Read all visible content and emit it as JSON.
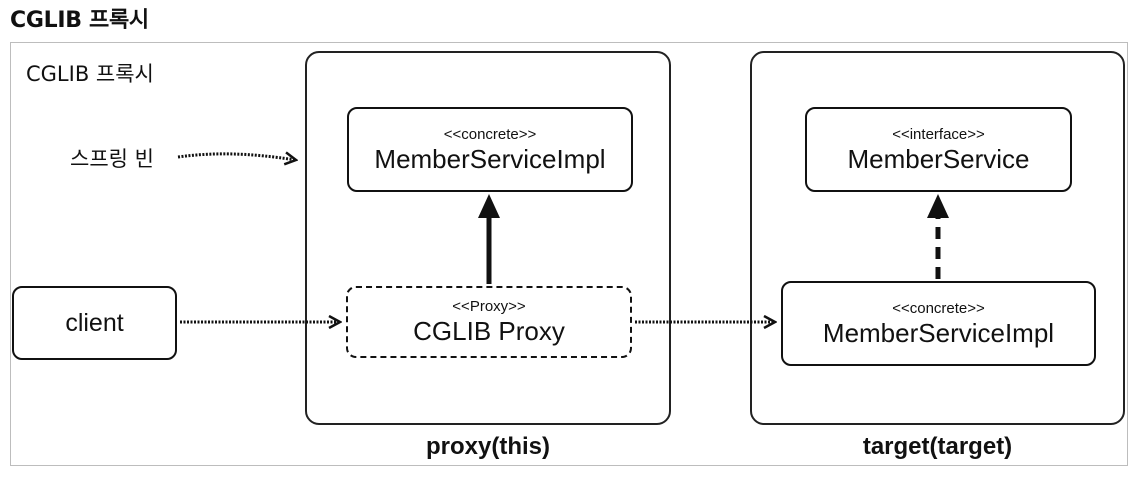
{
  "page_title": "CGLIB 프록시",
  "diagram": {
    "frame_label": "CGLIB 프록시",
    "bean_label": "스프링 빈",
    "client": {
      "name": "client"
    },
    "proxy_container": {
      "label": "proxy(this)",
      "upper_box": {
        "stereotype": "<<concrete>>",
        "name": "MemberServiceImpl"
      },
      "lower_box": {
        "stereotype": "<<Proxy>>",
        "name": "CGLIB Proxy"
      }
    },
    "target_container": {
      "label": "target(target)",
      "upper_box": {
        "stereotype": "<<interface>>",
        "name": "MemberService"
      },
      "lower_box": {
        "stereotype": "<<concrete>>",
        "name": "MemberServiceImpl"
      }
    }
  }
}
